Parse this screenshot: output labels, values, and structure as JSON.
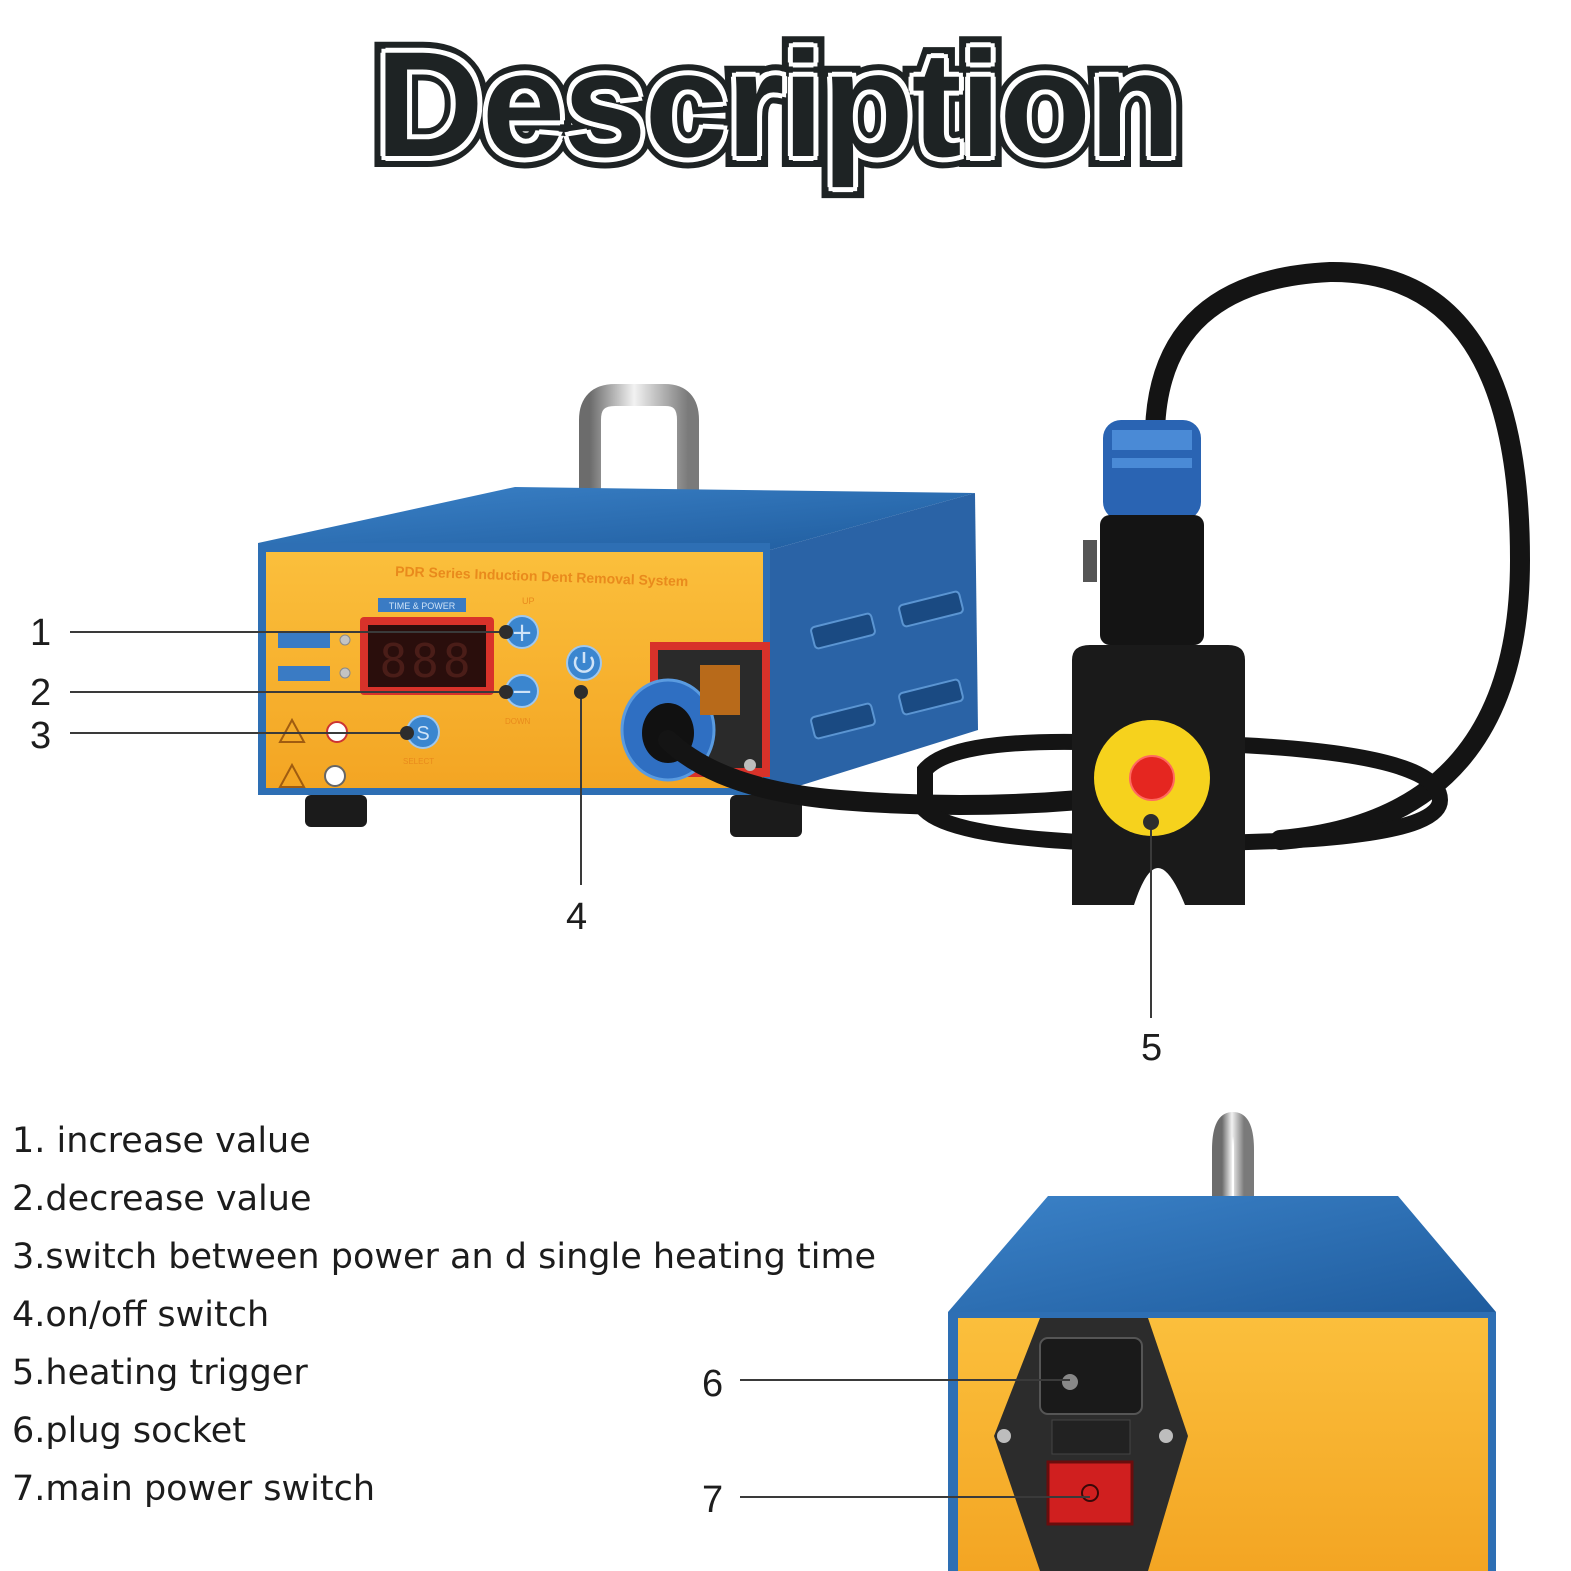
{
  "title": "Description",
  "front_panel": {
    "brand_text": "PDR Series Induction Dent Removal System",
    "panel_label": "TIME & POWER",
    "display_digits": "888",
    "up_label": "UP",
    "down_label": "DOWN",
    "select_label": "SELECT",
    "s_button": "S",
    "plus_symbol": "+",
    "minus_symbol": "−"
  },
  "callouts": [
    "1",
    "2",
    "3",
    "4",
    "5",
    "6",
    "7"
  ],
  "legend": [
    "1. increase value",
    "2.decrease value",
    "3.switch between power an d single heating time",
    "4.on/off switch",
    "5.heating trigger",
    "6.plug socket",
    "7.main power switch"
  ],
  "colors": {
    "panel_yellow": "#f7b531",
    "case_blue": "#2e6fb4",
    "cable_black": "#141414",
    "trigger_red": "#e52620",
    "title_ink": "#1e2324"
  }
}
